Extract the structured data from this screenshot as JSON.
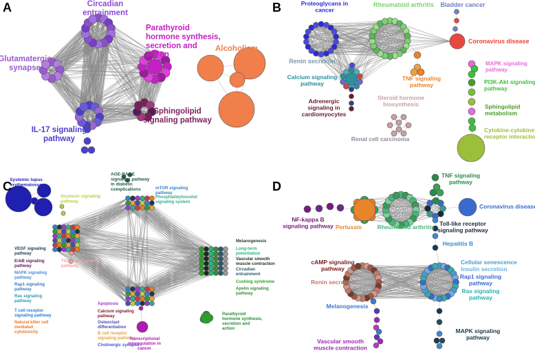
{
  "panels": [
    {
      "id": "A",
      "clusters": [
        {
          "label": "Circadian\nentrainment",
          "color": "#8b4fd1"
        },
        {
          "label": "Parathyroid\nhormone synthesis,\nsecretion and\naction",
          "color": "#c61fc6"
        },
        {
          "label": "Alcoholism",
          "color": "#f07f4c"
        },
        {
          "label": "Glutamatergic\nsynapse",
          "color": "#9b59d0"
        },
        {
          "label": "IL-17 signaling\npathway",
          "color": "#4b3fd0"
        },
        {
          "label": "Sphingolipid\nsignaling pathway",
          "color": "#7a1f5c"
        }
      ]
    },
    {
      "id": "B",
      "clusters": [
        {
          "label": "Proteoglycans in\ncancer",
          "color": "#2d2ad6"
        },
        {
          "label": "Rheumatoid arthritis",
          "color": "#7bd36f"
        },
        {
          "label": "Bladder cancer",
          "color": "#6f7fc8"
        },
        {
          "label": "Coronavirus disease",
          "color": "#e8473d"
        },
        {
          "label": "Renin secretion",
          "color": "#7a9aa8"
        },
        {
          "label": "Calcium signaling\npathway",
          "color": "#2a8fa0"
        },
        {
          "label": "TNF signaling\npathway",
          "color": "#e8842a"
        },
        {
          "label": "MAPK signaling\npathway",
          "color": "#e86be0"
        },
        {
          "label": "PI3K-Akt signaling\npathway",
          "color": "#3fbf3f"
        },
        {
          "label": "Adrenergic\nsignaling in\ncardiomyocytes",
          "color": "#6b1a2a"
        },
        {
          "label": "Steroid hormone\nbiosynthesis",
          "color": "#c9a0a0"
        },
        {
          "label": "Sphingolipid\nmetabolism",
          "color": "#4b9a2a"
        },
        {
          "label": "Renal cell carcinoma",
          "color": "#8a8a9a"
        },
        {
          "label": "Cytokine-cytokine\nreceptor interaction",
          "color": "#9bbf3a"
        }
      ]
    },
    {
      "id": "C",
      "clusters": [
        {
          "label": "Systemic lupus\nerythematosus",
          "color": "#1f1fb0"
        },
        {
          "label": "AGE-RAGE\nsignaling pathway\nin diabetic\ncomplications",
          "color": "#1f5a4a"
        },
        {
          "label": "mTOR signaling\npathway",
          "color": "#3a7fc8"
        },
        {
          "label": "Phosphatidylinositol\nsignaling system",
          "color": "#3aaa8a"
        },
        {
          "label": "Oxytocin signaling\npathway",
          "color": "#b8d040"
        },
        {
          "label": "Melanogenesis",
          "color": "#2a3a2a"
        },
        {
          "label": "Long-term\npotentiation",
          "color": "#2ab57a"
        },
        {
          "label": "Vascular smooth\nmuscle contraction",
          "color": "#1a2a1a"
        },
        {
          "label": "Circadian\nentrainment",
          "color": "#2a5a6a"
        },
        {
          "label": "Cushing syndrome",
          "color": "#2aa02a"
        },
        {
          "label": "Apelin signaling\npathway",
          "color": "#3a8a3a"
        },
        {
          "label": "VEGF signaling\npathway",
          "color": "#1a3a4a"
        },
        {
          "label": "ErbB signaling\npathway",
          "color": "#5a1a5a"
        },
        {
          "label": "MAPK signaling\npathway",
          "color": "#4a8ad0"
        },
        {
          "label": "Rap1 signaling\npathway",
          "color": "#3a7ac0"
        },
        {
          "label": "Ras signaling\npathway",
          "color": "#2a9ab0"
        },
        {
          "label": "T cell receptor\nsignaling pathway",
          "color": "#2a7ad0"
        },
        {
          "label": "Natural killer cell\nmediated\ncytotoxicity",
          "color": "#e87a2a"
        },
        {
          "label": "TGF-beta signaling\npathway",
          "color": "#f0a0a0"
        },
        {
          "label": "Apoptosis",
          "color": "#9a3ad0"
        },
        {
          "label": "Calcium signaling\npathway",
          "color": "#7a1a2a"
        },
        {
          "label": "Osteoclast\ndifferentiation",
          "color": "#4a4ab0"
        },
        {
          "label": "B cell receptor\nsignaling pathway",
          "color": "#e8a040"
        },
        {
          "label": "Cholinergic synapse",
          "color": "#3a5ad0"
        },
        {
          "label": "Parathyroid\nhormone synthesis,\nsecretion and\naction",
          "color": "#2a8a3a"
        },
        {
          "label": "Transcriptional\nmisregulation in\ncancer",
          "color": "#b01ab0"
        }
      ]
    },
    {
      "id": "D",
      "clusters": [
        {
          "label": "TNF signaling\npathway",
          "color": "#2a8a4a"
        },
        {
          "label": "Coronavirus disease",
          "color": "#3a6ad0"
        },
        {
          "label": "NF-kappa B\nsignaling pathway",
          "color": "#7a1a7a"
        },
        {
          "label": "Pertussis",
          "color": "#e8842a"
        },
        {
          "label": "Rheumatoid arthritis",
          "color": "#4ab57a"
        },
        {
          "label": "Toll-like receptor\nsignaling pathway",
          "color": "#1a2a3a"
        },
        {
          "label": "Hepatitis B",
          "color": "#3a8ad0"
        },
        {
          "label": "cAMP signaling\npathway",
          "color": "#7a1a1a"
        },
        {
          "label": "Renin secretion",
          "color": "#c07a6a"
        },
        {
          "label": "Cellular senescence",
          "color": "#4a9ad0"
        },
        {
          "label": "Insulin secretion",
          "color": "#6ab0e0"
        },
        {
          "label": "Rap1 signaling\npathway",
          "color": "#3a6ad0"
        },
        {
          "label": "Ras signaling\npathway",
          "color": "#2ab0b0"
        },
        {
          "label": "Melanogenesis",
          "color": "#3a7ad0"
        },
        {
          "label": "MAPK signaling\npathway",
          "color": "#1a3a4a"
        },
        {
          "label": "Vascular smooth\nmuscle contraction",
          "color": "#9a2ab0"
        }
      ]
    }
  ]
}
